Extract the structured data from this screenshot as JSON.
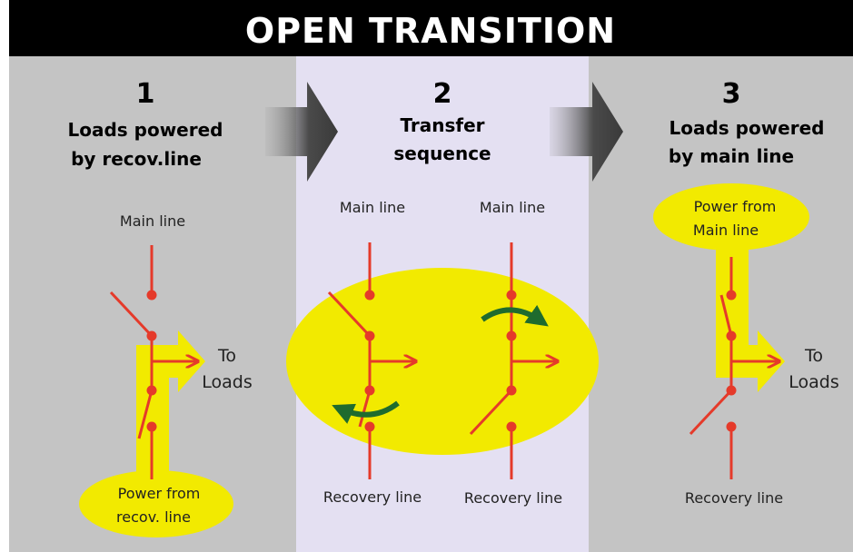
{
  "title": "OPEN TRANSITION",
  "colors": {
    "title_bg": "#000000",
    "panel_gray": "#c4c4c4",
    "panel_lavender": "#e4e0f2",
    "highlight": "#f2ea00",
    "wire": "#e53a2a",
    "rotate_arrow": "#1f6b2e",
    "step_arrow": "#5a5a5a"
  },
  "steps": [
    {
      "number": "1",
      "heading_line1": "Loads powered",
      "heading_line2": "by recov.line",
      "main_label": "Main line",
      "to_loads_line1": "To",
      "to_loads_line2": "Loads",
      "source_line1": "Power from",
      "source_line2": "recov. line"
    },
    {
      "number": "2",
      "heading_line1": "Transfer",
      "heading_line2": "sequence",
      "left_main_label": "Main line",
      "right_main_label": "Main line",
      "left_recovery_label": "Recovery line",
      "right_recovery_label": "Recovery line"
    },
    {
      "number": "3",
      "heading_line1": "Loads powered",
      "heading_line2": "by main line",
      "source_line1": "Power from",
      "source_line2": "Main line",
      "to_loads_line1": "To",
      "to_loads_line2": "Loads",
      "recovery_label": "Recovery line"
    }
  ]
}
